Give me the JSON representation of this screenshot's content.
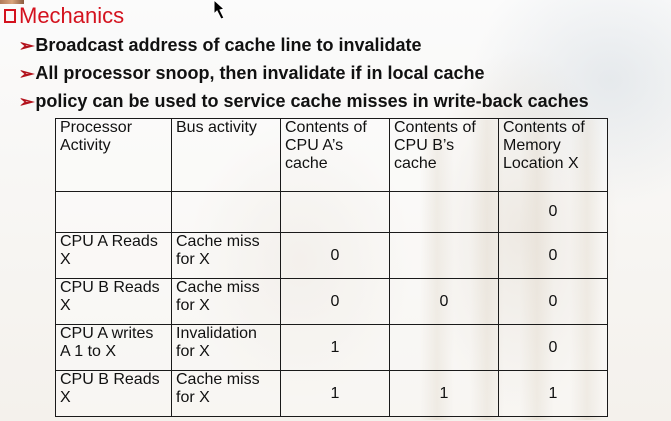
{
  "slide": {
    "title": "Mechanics",
    "bullets": [
      "Broadcast address of cache line to invalidate",
      "All processor snoop, then invalidate if in local cache",
      "policy can be used to service cache misses in write-back caches"
    ]
  },
  "table": {
    "headers": [
      "Processor Activity",
      "Bus activity",
      "Contents of CPU A’s cache",
      "Contents of CPU B’s cache",
      "Contents of Memory Location X"
    ],
    "rows": [
      [
        "",
        "",
        "",
        "",
        "0"
      ],
      [
        "CPU A Reads X",
        "Cache miss for X",
        "0",
        "",
        "0"
      ],
      [
        "CPU B Reads X",
        "Cache miss for X",
        "0",
        "0",
        "0"
      ],
      [
        "CPU A writes A 1 to X",
        "Invalidation for X",
        "1",
        "",
        "0"
      ],
      [
        "CPU B Reads X",
        "Cache miss for X",
        "1",
        "1",
        "1"
      ]
    ]
  },
  "colors": {
    "title": "#d4121e",
    "bullet_arrow": "#b3121c",
    "text": "#111111"
  },
  "icons": {
    "cursor": "mouse-pointer-icon",
    "title_marker": "hollow-square-bullet-icon",
    "bullet_marker": "arrow-bullet-icon"
  }
}
